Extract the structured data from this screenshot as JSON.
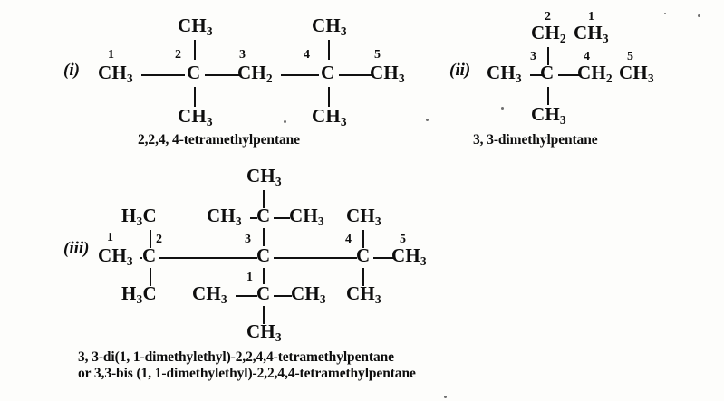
{
  "page": {
    "background": "#fdfdfb",
    "ink": "#0d0d0d"
  },
  "structures": [
    {
      "id": "structure-i",
      "label": "(i)",
      "caption": "2,2,4, 4-tetramethylpentane",
      "atoms": {
        "c1": "CH3",
        "c2": "C",
        "c2_up": "CH3",
        "c2_down": "CH3",
        "c3": "CH2",
        "c4": "C",
        "c4_up": "CH3",
        "c4_down": "CH3",
        "c5": "CH3"
      },
      "locants": {
        "n1": "1",
        "n2": "2",
        "n3": "3",
        "n4": "4",
        "n5": "5"
      }
    },
    {
      "id": "structure-ii",
      "label": "(ii)",
      "caption": "3, 3-dimethylpentane",
      "atoms": {
        "branch_ch2": "CH2",
        "branch_ch3": "CH3",
        "c3_left": "CH3",
        "c3": "C",
        "c4": "CH2",
        "c5": "CH3",
        "c3_down": "CH3"
      },
      "locants": {
        "n1": "1",
        "n2": "2",
        "n3": "3",
        "n4": "4",
        "n5": "5"
      }
    },
    {
      "id": "structure-iii",
      "label": "(iii)",
      "caption_line1": "3, 3-di(1, 1-dimethylethyl)-2,2,4,4-tetramethylpentane",
      "caption_line2": "or 3,3-bis (1, 1-dimethylethyl)-2,2,4,4-tetramethylpentane",
      "atoms": {
        "c1": "CH3",
        "c2": "C",
        "c2_up": "H3C",
        "c2_down": "H3C",
        "c3": "C",
        "c5": "CH3",
        "c4": "C",
        "c4_up": "CH3",
        "c4_down": "CH3",
        "tbu_top_c": "C",
        "tbu_top_up": "CH3",
        "tbu_top_left": "CH3",
        "tbu_top_right": "CH3",
        "tbu_bot_c": "C",
        "tbu_bot_down": "CH3",
        "tbu_bot_left": "CH3",
        "tbu_bot_right": "CH3"
      },
      "locants": {
        "n1": "1",
        "n2": "2",
        "n3": "3",
        "n4": "4",
        "n5": "5",
        "n_tbu": "1"
      }
    }
  ]
}
